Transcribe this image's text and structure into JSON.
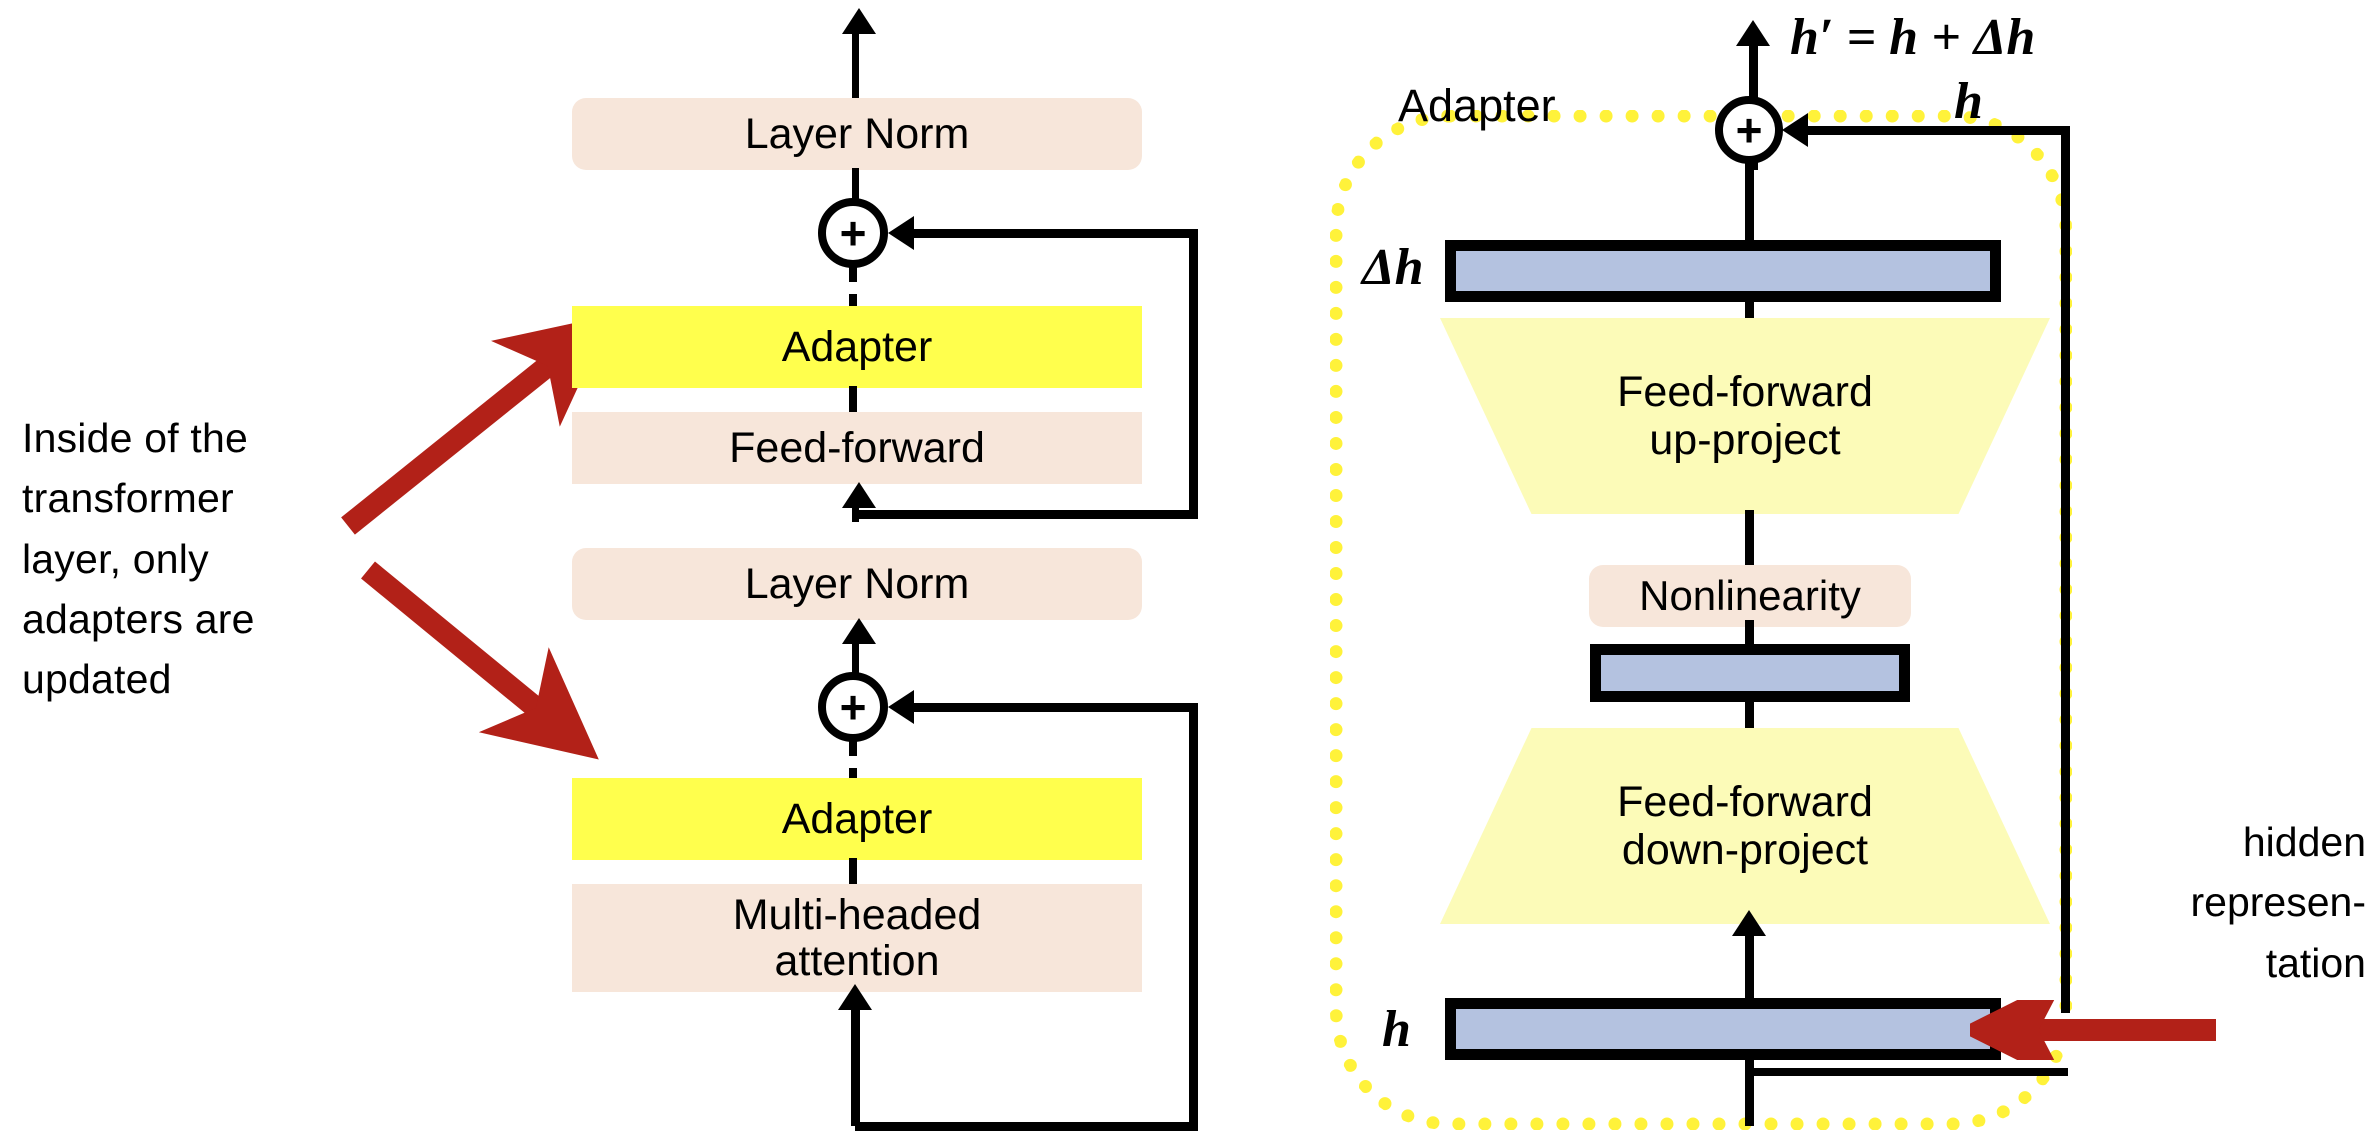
{
  "figure": {
    "title": "Adapter module inside a transformer layer",
    "colors": {
      "block_peach": "#F7E6DA",
      "adapter_yellow": "#FFFF4D",
      "trapezoid_yellow": "#FCFBB8",
      "vector_blue": "#B4C2E0",
      "arrow_red": "#B22118",
      "dotted_border_yellow": "#FFF23A",
      "line_black": "#000000",
      "background": "#FFFFFF"
    }
  },
  "annotation": {
    "lines": [
      "Inside of the",
      "transformer",
      "layer, only",
      "adapters are",
      "updated"
    ],
    "arrow_top_name": "red-arrow-to-top-adapter",
    "arrow_bottom_name": "red-arrow-to-bottom-adapter"
  },
  "transformer": {
    "blocks": [
      {
        "id": "layer-norm-top",
        "label": "Layer Norm"
      },
      {
        "id": "adapter-top",
        "label": "Adapter"
      },
      {
        "id": "feed-forward",
        "label": "Feed-forward"
      },
      {
        "id": "layer-norm-bottom",
        "label": "Layer Norm"
      },
      {
        "id": "adapter-bottom",
        "label": "Adapter"
      },
      {
        "id": "multi-headed-attention",
        "label": "Multi-headed\nattention"
      }
    ],
    "multi_headed_attention_line1": "Multi-headed",
    "multi_headed_attention_line2": "attention",
    "add_symbol": "+"
  },
  "adapter": {
    "title": "Adapter",
    "output_equation": "h′ = h + Δh",
    "skip_label": "h",
    "delta_label": "Δh",
    "input_label": "h",
    "add_symbol": "+",
    "up_project_line1": "Feed-forward",
    "up_project_line2": "up-project",
    "nonlinearity": "Nonlinearity",
    "down_project_line1": "Feed-forward",
    "down_project_line2": "down-project"
  },
  "hidden_representation": {
    "lines": [
      "hidden",
      "represen-",
      "tation"
    ]
  }
}
